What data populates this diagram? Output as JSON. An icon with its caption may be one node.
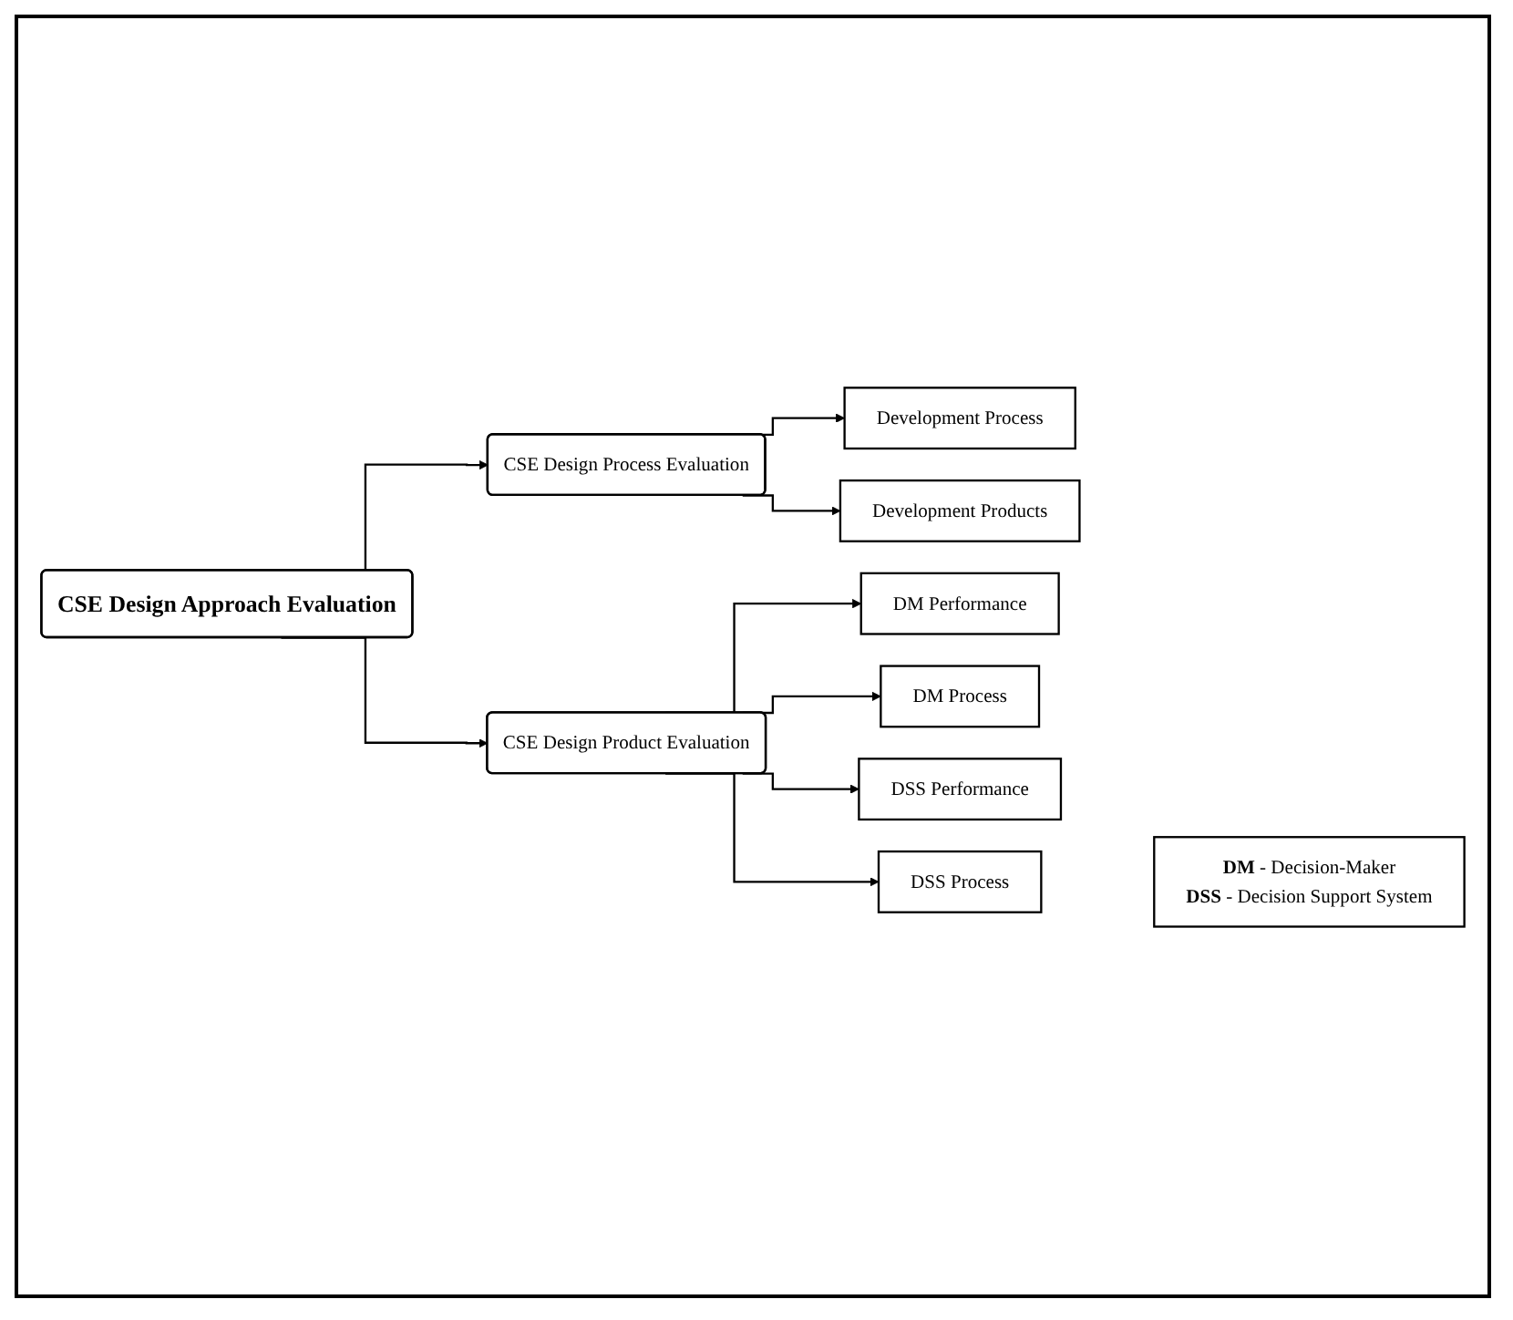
{
  "diagram": {
    "nodes": [
      {
        "text": [
          "CSE Design Approach Evaluation"
        ]
      },
      {
        "text": [
          "CSE Design Process Evaluation"
        ]
      },
      {
        "text": [
          "Development Process"
        ]
      },
      {
        "text": [
          "Development Products"
        ]
      },
      {
        "text": [
          "CSE Design Product Evaluation"
        ]
      },
      {
        "text": [
          "DM Performance"
        ]
      },
      {
        "text": [
          "DM Process"
        ]
      },
      {
        "text": [
          "DSS Performance"
        ]
      },
      {
        "text": [
          "DSS Process"
        ]
      },
      {
        "text": [
          "**DM** - Decision-Maker",
          "**DSS** - Decision Support System"
        ]
      }
    ],
    "edges": [
      {
        "from": 0,
        "to": 1,
        "arrow": "to"
      },
      {
        "from": 0,
        "to": 4,
        "arrow": "to"
      },
      {
        "from": 1,
        "to": 2,
        "arrow": "to"
      },
      {
        "from": 1,
        "to": 3,
        "arrow": "to"
      },
      {
        "from": 4,
        "to": 5,
        "arrow": "to"
      },
      {
        "from": 4,
        "to": 6,
        "arrow": "to"
      },
      {
        "from": 4,
        "to": 7,
        "arrow": "to"
      },
      {
        "from": 4,
        "to": 8,
        "arrow": "to"
      }
    ]
  }
}
